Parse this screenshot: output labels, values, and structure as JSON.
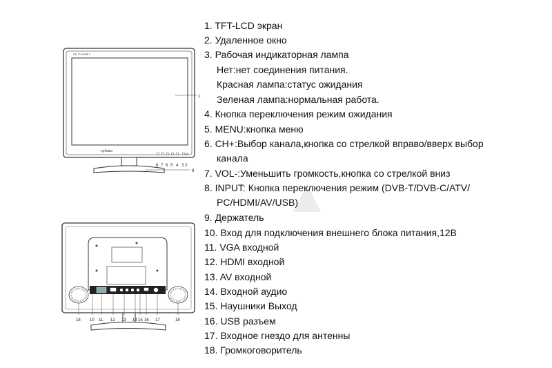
{
  "front": {
    "model_label": "HD TV DVB-T",
    "brand": "eplutus",
    "screen_callout": "1",
    "button_callouts": [
      "8",
      "7",
      "6",
      "5",
      "4",
      "3",
      "2"
    ],
    "stand_callout": "9"
  },
  "back": {
    "port_callouts": [
      "18",
      "10",
      "11",
      "12",
      "13",
      "14",
      "15",
      "16",
      "17",
      "18"
    ]
  },
  "items": [
    {
      "text": "1. TFT-LCD экран",
      "indent": false
    },
    {
      "text": "2. Удаленное окно",
      "indent": false
    },
    {
      "text": "3. Рабочая индикаторная лампа",
      "indent": false
    },
    {
      "text": "Нет:нет соединения питания.",
      "indent": true
    },
    {
      "text": "Красная лампа:статус ожидания",
      "indent": true
    },
    {
      "text": "Зеленая лампа:нормальная работа.",
      "indent": true
    },
    {
      "text": "4. Кнопка переключения режим ожидания",
      "indent": false
    },
    {
      "text": "5. MENU:кнопка меню",
      "indent": false
    },
    {
      "text": "6. CH+:Выбор канала,кнопка со стрелкой вправо/вверх выбор",
      "indent": false
    },
    {
      "text": "канала",
      "indent": true
    },
    {
      "text": "7. VOL-:Уменьшить громкость,кнопка со стрелкой вниз",
      "indent": false
    },
    {
      "text": "8. INPUT: Кнопка переключения режим (DVB-T/DVB-C/ATV/",
      "indent": false
    },
    {
      "text": "PC/HDMI/AV/USB)",
      "indent": true
    },
    {
      "text": "9. Держатель",
      "indent": false
    },
    {
      "text": "10. Вход для подключения внешнего блока питания,12В",
      "indent": false
    },
    {
      "text": "11. VGA входной",
      "indent": false
    },
    {
      "text": "12. HDMI входной",
      "indent": false
    },
    {
      "text": "13. AV входной",
      "indent": false
    },
    {
      "text": "14. Входной аудио",
      "indent": false
    },
    {
      "text": "15. Наушники Выход",
      "indent": false
    },
    {
      "text": "16. USB разъем",
      "indent": false
    },
    {
      "text": "17. Входное гнездо для антенны",
      "indent": false
    },
    {
      "text": "18. Громкоговоритель",
      "indent": false
    }
  ]
}
